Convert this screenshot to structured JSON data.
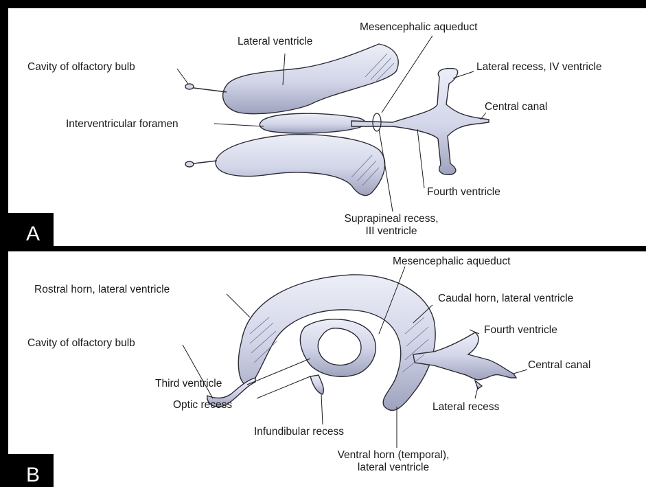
{
  "panels": [
    {
      "letter": "A",
      "labels": {
        "mesencephalic_aqueduct": "Mesencephalic aqueduct",
        "lateral_ventricle": "Lateral ventricle",
        "cavity_olfactory_bulb": "Cavity of olfactory bulb",
        "lateral_recess_iv": "Lateral recess, IV ventricle",
        "central_canal": "Central canal",
        "interventricular_foramen": "Interventricular foramen",
        "fourth_ventricle": "Fourth ventricle",
        "suprapineal_recess_1": "Suprapineal recess,",
        "suprapineal_recess_2": "III ventricle"
      }
    },
    {
      "letter": "B",
      "labels": {
        "mesencephalic_aqueduct": "Mesencephalic aqueduct",
        "rostral_horn": "Rostral horn, lateral ventricle",
        "caudal_horn": "Caudal horn, lateral ventricle",
        "fourth_ventricle": "Fourth ventricle",
        "cavity_olfactory_bulb": "Cavity of olfactory bulb",
        "central_canal": "Central canal",
        "third_ventricle": "Third ventricle",
        "optic_recess": "Optic recess",
        "lateral_recess": "Lateral recess",
        "infundibular_recess": "Infundibular recess",
        "ventral_horn_1": "Ventral horn (temporal),",
        "ventral_horn_2": "lateral ventricle"
      }
    }
  ],
  "colors": {
    "fill": "#d6d8ea",
    "shade": "#9ea2bd",
    "line": "#2b2b35"
  }
}
